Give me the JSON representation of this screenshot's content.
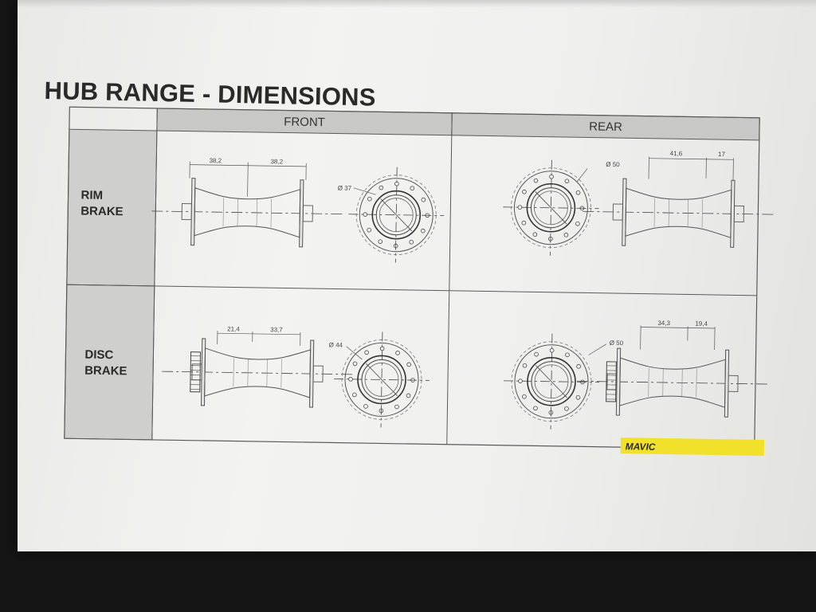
{
  "slide": {
    "title": "HUB RANGE - DIMENSIONS",
    "columns": {
      "front": "FRONT",
      "rear": "REAR"
    },
    "rows": {
      "rim": [
        "RIM",
        "BRAKE"
      ],
      "disc": [
        "DISC",
        "BRAKE"
      ]
    },
    "dimensions": {
      "rim_front_left": "38,2",
      "rim_front_right": "38,2",
      "rim_front_flange": "Ø 37",
      "rim_rear_flange": "Ø 50",
      "rim_rear_left": "41,6",
      "rim_rear_right": "17",
      "disc_front_left": "21,4",
      "disc_front_right": "33,7",
      "disc_front_flange": "Ø 44",
      "disc_rear_flange": "Ø 50",
      "disc_rear_left": "34,3",
      "disc_rear_right": "19,4"
    },
    "logo": "MAVIC"
  },
  "colors": {
    "header_fill": "#c8c8c6",
    "label_fill": "#cfcfcd",
    "line": "#5a5a5a",
    "logo_yellow": "#f2e12a"
  }
}
